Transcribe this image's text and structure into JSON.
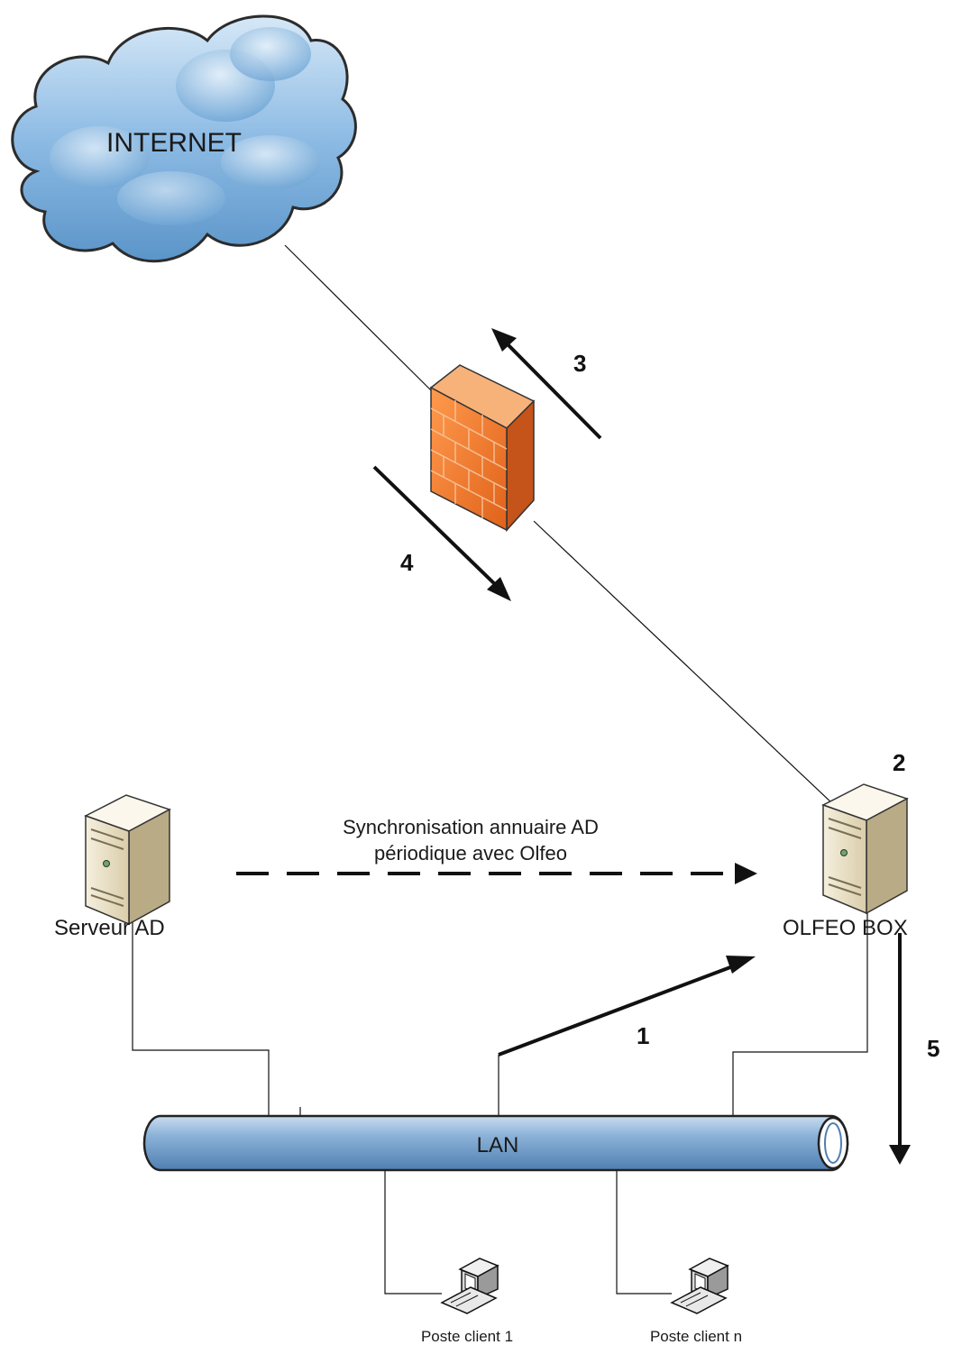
{
  "nodes": {
    "internet": {
      "label": "INTERNET"
    },
    "ad_server": {
      "label": "Serveur AD"
    },
    "olfeo_box": {
      "label": "OLFEO BOX"
    },
    "lan": {
      "label": "LAN"
    },
    "client_1": {
      "label": "Poste client 1"
    },
    "client_n": {
      "label": "Poste client n"
    }
  },
  "sync": {
    "line1": "Synchronisation annuaire AD",
    "line2": "périodique avec Olfeo"
  },
  "steps": {
    "s1": "1",
    "s2": "2",
    "s3": "3",
    "s4": "4",
    "s5": "5"
  },
  "colors": {
    "cloud": "#5b9bd5",
    "firewall": "#f07a2a",
    "lan_pipe": "#7aa6d2",
    "server": "#ece3cc"
  }
}
